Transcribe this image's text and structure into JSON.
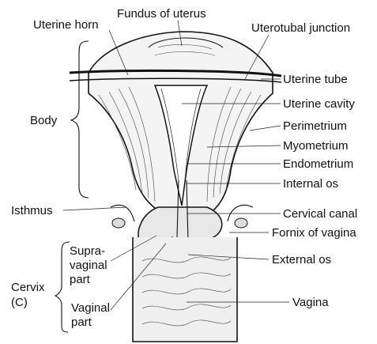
{
  "labels": {
    "fundus": "Fundus of uterus",
    "uterine_horn": "Uterine horn",
    "uterotubal_junction": "Uterotubal junction",
    "uterine_tube": "Uterine tube",
    "uterine_cavity": "Uterine cavity",
    "perimetrium": "Perimetrium",
    "myometrium": "Myometrium",
    "endometrium": "Endometrium",
    "internal_os": "Internal os",
    "body": "Body",
    "isthmus": "Isthmus",
    "cervical_canal": "Cervical canal",
    "fornix": "Fornix of vagina",
    "supravaginal_1": "Supra-",
    "supravaginal_2": "vaginal",
    "supravaginal_3": "part",
    "external_os": "External os",
    "cervix_1": "Cervix",
    "cervix_2": "(C)",
    "vaginal_part_1": "Vaginal",
    "vaginal_part_2": "part",
    "vagina": "Vagina"
  }
}
